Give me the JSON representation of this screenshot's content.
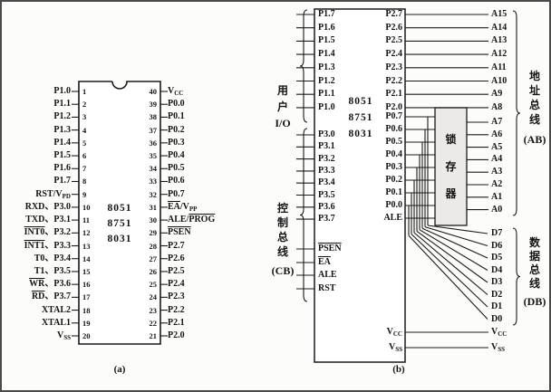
{
  "panel_a": {
    "caption": "(a)",
    "chip_models": [
      "8051",
      "8751",
      "8031"
    ],
    "left_pins": [
      {
        "num": "1",
        "label": "P1.0"
      },
      {
        "num": "2",
        "label": "P1.1"
      },
      {
        "num": "3",
        "label": "P1.2"
      },
      {
        "num": "4",
        "label": "P1.3"
      },
      {
        "num": "5",
        "label": "P1.4"
      },
      {
        "num": "6",
        "label": "P1.5"
      },
      {
        "num": "7",
        "label": "P1.6"
      },
      {
        "num": "8",
        "label": "P1.7"
      },
      {
        "num": "9",
        "label": [
          {
            "t": "RST/V"
          },
          {
            "t": "PD",
            "s": "sub"
          }
        ]
      },
      {
        "num": "10",
        "label": "RXD、P3.0"
      },
      {
        "num": "11",
        "label": "TXD、P3.1"
      },
      {
        "num": "12",
        "label": [
          {
            "t": "INT0",
            "s": "ov"
          },
          {
            "t": "、P3.2"
          }
        ]
      },
      {
        "num": "13",
        "label": [
          {
            "t": "INT1",
            "s": "ov"
          },
          {
            "t": "、P3.3"
          }
        ]
      },
      {
        "num": "14",
        "label": "T0、P3.4"
      },
      {
        "num": "15",
        "label": "T1、P3.5"
      },
      {
        "num": "16",
        "label": [
          {
            "t": "WR",
            "s": "ov"
          },
          {
            "t": "、P3.6"
          }
        ]
      },
      {
        "num": "17",
        "label": [
          {
            "t": "RD",
            "s": "ov"
          },
          {
            "t": "、P3.7"
          }
        ]
      },
      {
        "num": "18",
        "label": "XTAL2"
      },
      {
        "num": "19",
        "label": "XTAL1"
      },
      {
        "num": "20",
        "label": [
          {
            "t": "V"
          },
          {
            "t": "SS",
            "s": "sub"
          }
        ]
      }
    ],
    "right_pins": [
      {
        "num": "40",
        "label": [
          {
            "t": "V"
          },
          {
            "t": "CC",
            "s": "sub"
          }
        ]
      },
      {
        "num": "39",
        "label": "P0.0"
      },
      {
        "num": "38",
        "label": "P0.1"
      },
      {
        "num": "37",
        "label": "P0.2"
      },
      {
        "num": "36",
        "label": "P0.3"
      },
      {
        "num": "35",
        "label": "P0.4"
      },
      {
        "num": "34",
        "label": "P0.5"
      },
      {
        "num": "33",
        "label": "P0.6"
      },
      {
        "num": "32",
        "label": "P0.7"
      },
      {
        "num": "31",
        "label": [
          {
            "t": "EA",
            "s": "ov"
          },
          {
            "t": "/V"
          },
          {
            "t": "PP",
            "s": "sub"
          }
        ]
      },
      {
        "num": "30",
        "label": [
          {
            "t": "ALE/"
          },
          {
            "t": "PROG",
            "s": "ov"
          }
        ]
      },
      {
        "num": "29",
        "label": [
          {
            "t": "PSEN",
            "s": "ov"
          }
        ]
      },
      {
        "num": "28",
        "label": "P2.7"
      },
      {
        "num": "27",
        "label": "P2.6"
      },
      {
        "num": "26",
        "label": "P2.5"
      },
      {
        "num": "25",
        "label": "P2.4"
      },
      {
        "num": "24",
        "label": "P2.3"
      },
      {
        "num": "23",
        "label": "P2.2"
      },
      {
        "num": "22",
        "label": "P2.1"
      },
      {
        "num": "21",
        "label": "P2.0"
      }
    ]
  },
  "panel_b": {
    "caption": "(b)",
    "chip_models": [
      "8051",
      "8751",
      "8031"
    ],
    "p1_pins": [
      "P1.7",
      "P1.6",
      "P1.5",
      "P1.4",
      "P1.3",
      "P1.2",
      "P1.1",
      "P1.0"
    ],
    "p3_pins": [
      "P3.0",
      "P3.1",
      "P3.2",
      "P3.3",
      "P3.4",
      "P3.5",
      "P3.6",
      "P3.7"
    ],
    "ctrl_pins": [
      [
        {
          "t": "PSEN",
          "s": "ov"
        }
      ],
      [
        {
          "t": "EA",
          "s": "ov"
        }
      ],
      "ALE",
      "RST"
    ],
    "p2_pins": [
      "P2.7",
      "P2.6",
      "P2.5",
      "P2.4",
      "P2.3",
      "P2.2",
      "P2.1",
      "P2.0"
    ],
    "p0_pins": [
      "P0.7",
      "P0.6",
      "P0.5",
      "P0.4",
      "P0.3",
      "P0.2",
      "P0.1",
      "P0.0"
    ],
    "ale_pin": "ALE",
    "latch_chars": [
      "锁",
      "存",
      "器"
    ],
    "addr_high": [
      "A15",
      "A14",
      "A13",
      "A12",
      "A11",
      "A10",
      "A9",
      "A8"
    ],
    "addr_low": [
      "A7",
      "A6",
      "A5",
      "A4",
      "A3",
      "A2",
      "A1",
      "A0"
    ],
    "data_lines": [
      "D7",
      "D6",
      "D5",
      "D4",
      "D3",
      "D2",
      "D1",
      "D0"
    ],
    "group_user_io": [
      "用",
      "户",
      "I/O"
    ],
    "group_cb": [
      "控",
      "制",
      "总",
      "线",
      "(CB)"
    ],
    "group_ab": [
      "地",
      "址",
      "总",
      "线",
      "(AB)"
    ],
    "group_db": [
      "数",
      "据",
      "总",
      "线",
      "(DB)"
    ],
    "vcc": [
      {
        "t": "V"
      },
      {
        "t": "CC",
        "s": "sub"
      }
    ],
    "vss": [
      {
        "t": "V"
      },
      {
        "t": "SS",
        "s": "sub"
      }
    ]
  },
  "colors": {
    "ink": "#1a1a1a",
    "paper": "#fcfcfa",
    "latch_fill": "#eceae6"
  }
}
